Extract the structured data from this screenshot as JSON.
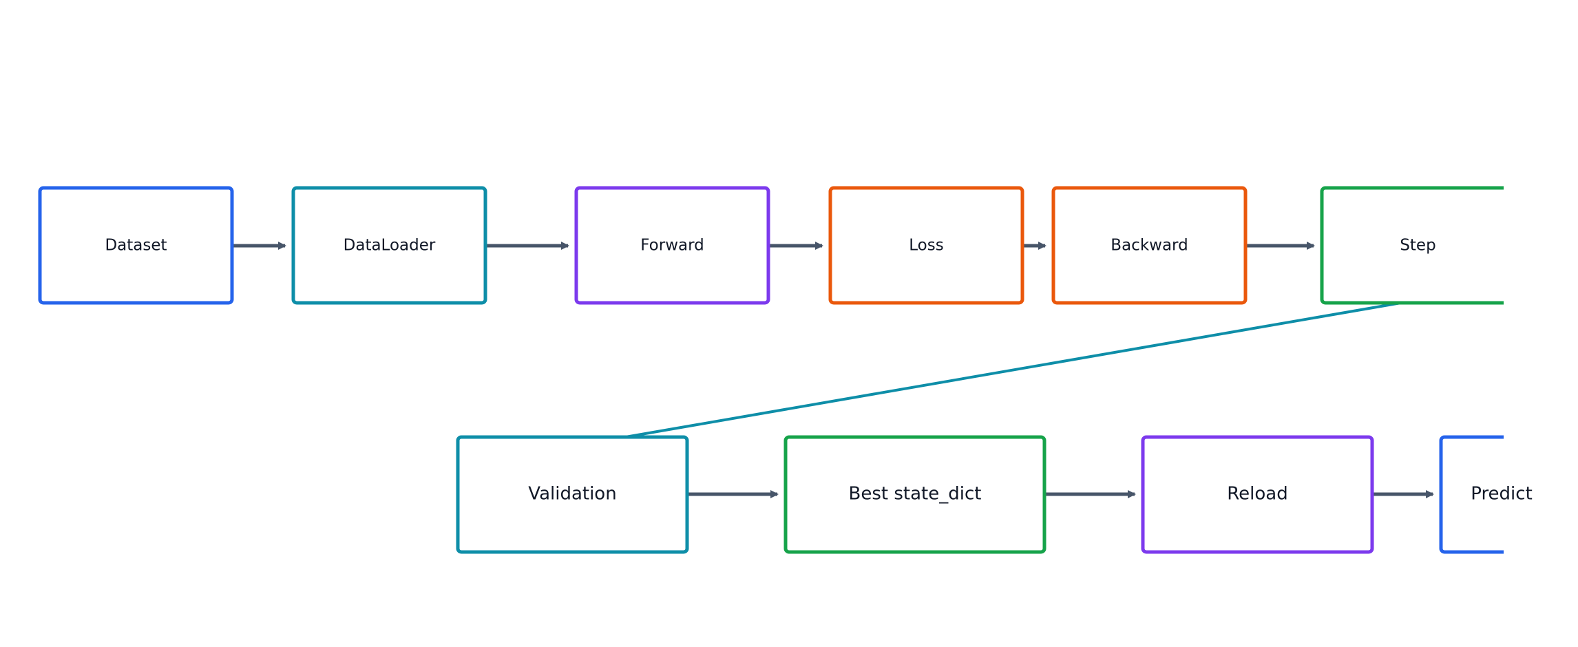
{
  "colors": {
    "blue": "#2563eb",
    "teal": "#0e8ea8",
    "purple": "#7c3aed",
    "orange": "#ea580c",
    "green": "#16a34a",
    "edge": "#475569",
    "edge_loop": "#0e8ea8"
  },
  "nodes": {
    "dataset": {
      "label": "Dataset",
      "color": "blue"
    },
    "dataloader": {
      "label": "DataLoader",
      "color": "teal"
    },
    "forward": {
      "label": "Forward",
      "color": "purple"
    },
    "loss": {
      "label": "Loss",
      "color": "orange"
    },
    "backward": {
      "label": "Backward",
      "color": "orange"
    },
    "step": {
      "label": "Step",
      "color": "green"
    },
    "validation": {
      "label": "Validation",
      "color": "teal"
    },
    "best_state_dict": {
      "label": "Best state_dict",
      "color": "green"
    },
    "reload": {
      "label": "Reload",
      "color": "purple"
    },
    "predict": {
      "label": "Predict",
      "color": "blue"
    }
  },
  "edges": [
    {
      "from": "dataset",
      "to": "dataloader"
    },
    {
      "from": "dataloader",
      "to": "forward"
    },
    {
      "from": "forward",
      "to": "loss"
    },
    {
      "from": "loss",
      "to": "backward"
    },
    {
      "from": "backward",
      "to": "step"
    },
    {
      "from": "step",
      "to": "validation",
      "style": "loop"
    },
    {
      "from": "validation",
      "to": "best_state_dict"
    },
    {
      "from": "best_state_dict",
      "to": "reload"
    },
    {
      "from": "reload",
      "to": "predict"
    }
  ]
}
